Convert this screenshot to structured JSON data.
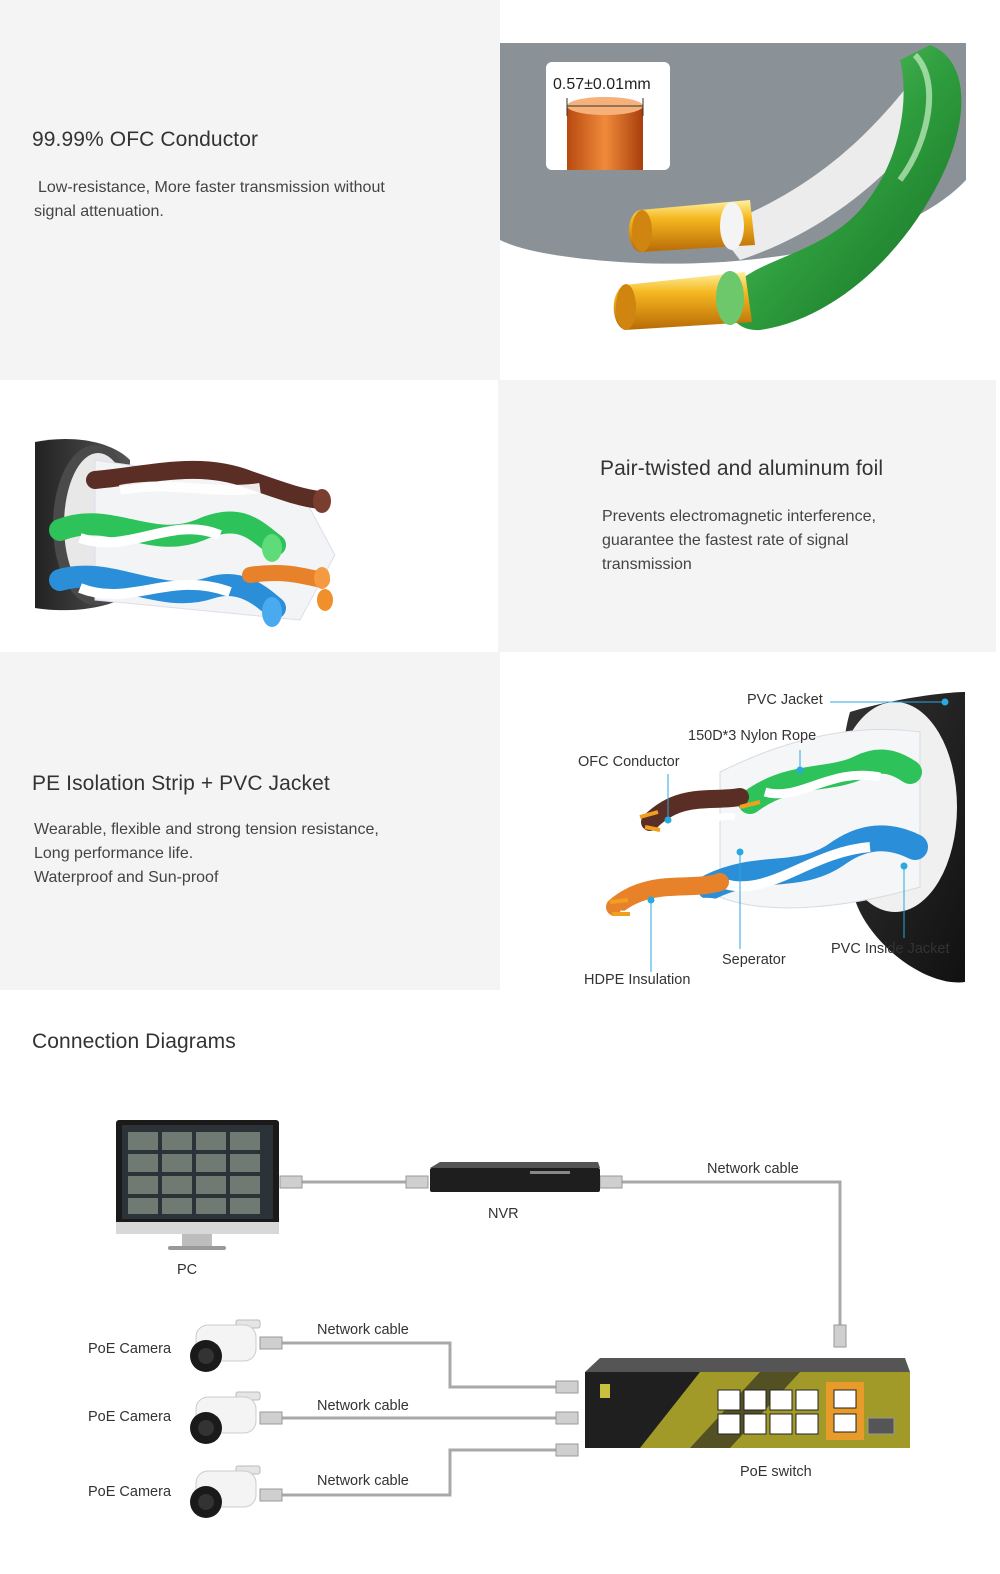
{
  "section_ofc": {
    "title": "99.99% OFC Conductor",
    "desc_line1": "Low-resistance, More faster transmission without",
    "desc_line2": "signal attenuation.",
    "measure_label": "0.57±0.01mm"
  },
  "section_twist": {
    "title": "Pair-twisted and aluminum foil",
    "desc_line1": "Prevents electromagnetic interference,",
    "desc_line2": "guarantee the fastest rate of signal",
    "desc_line3": "transmission"
  },
  "section_pe": {
    "title": "PE Isolation Strip + PVC Jacket",
    "desc_line1": "Wearable, flexible and strong tension resistance,",
    "desc_line2": "Long performance life.",
    "desc_line3": "Waterproof and Sun-proof",
    "callouts": {
      "pvc_jacket": "PVC Jacket",
      "nylon_rope": "150D*3 Nylon Rope",
      "ofc_conductor": "OFC Conductor",
      "separator": "Seperator",
      "pvc_inside": "PVC Inside Jacket",
      "hdpe": "HDPE Insulation"
    }
  },
  "connection": {
    "title": "Connection Diagrams",
    "pc_label": "PC",
    "nvr_label": "NVR",
    "network_cable_top": "Network cable",
    "switch_label": "PoE switch",
    "cameras": [
      {
        "label": "PoE Camera",
        "cable": "Network cable"
      },
      {
        "label": "PoE Camera",
        "cable": "Network cable"
      },
      {
        "label": "PoE Camera",
        "cable": "Network cable"
      }
    ]
  },
  "colors": {
    "panel_gray": "#f4f4f5",
    "cable_green": "#2e9e3e",
    "cable_blue": "#2a8fd8",
    "cable_orange": "#e8822a",
    "cable_brown": "#5a2e24",
    "copper": "#f0a020",
    "callout_line": "#2aa8e0"
  }
}
